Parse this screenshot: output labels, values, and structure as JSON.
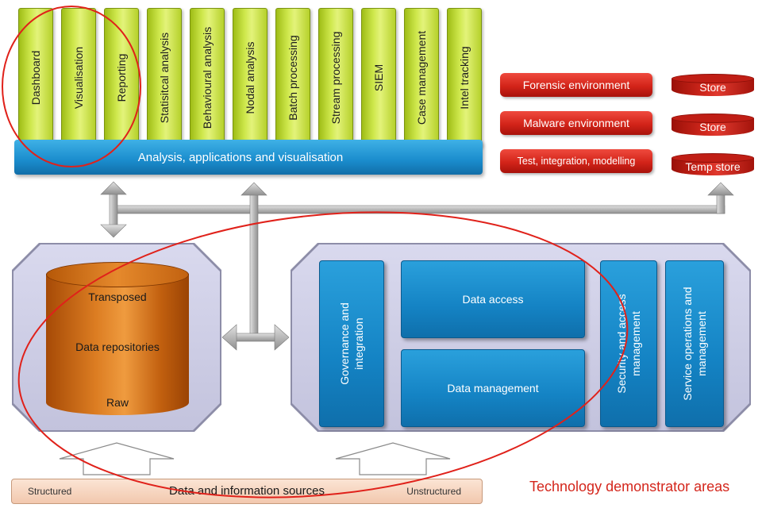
{
  "applications": [
    {
      "label": "Dashboard"
    },
    {
      "label": "Visualisation"
    },
    {
      "label": "Reporting"
    },
    {
      "label": "Statisitcal analysis"
    },
    {
      "label": "Behavioural analysis"
    },
    {
      "label": "Nodal analysis"
    },
    {
      "label": "Batch processing"
    },
    {
      "label": "Stream processing"
    },
    {
      "label": "SIEM"
    },
    {
      "label": "Case management"
    },
    {
      "label": "Intel tracking"
    }
  ],
  "analysis_bar": {
    "label": "Analysis, applications and visualisation"
  },
  "environments": [
    {
      "label": "Forensic environment"
    },
    {
      "label": "Malware environment"
    },
    {
      "label": "Test, integration, modelling"
    }
  ],
  "stores": [
    {
      "label": "Store"
    },
    {
      "label": "Store"
    },
    {
      "label": "Temp store"
    }
  ],
  "repository": {
    "top_label": "Transposed",
    "middle_label": "Data repositories",
    "bottom_label": "Raw"
  },
  "services": {
    "governance": [
      "Governance and",
      "integration"
    ],
    "data_access": "Data access",
    "data_management": "Data management",
    "security": [
      "Security and access",
      "management"
    ],
    "service_ops": [
      "Service operations and",
      "management"
    ]
  },
  "sources": {
    "left_label": "Structured",
    "center_label": "Data and information sources",
    "right_label": "Unstructured"
  },
  "caption": "Technology demonstrator areas",
  "colors": {
    "highlight_ellipse": "#e0211a",
    "pillar_green": "#cfe84d",
    "service_blue": "#1483c4",
    "env_red": "#d32419",
    "repository_orange": "#dc7d22"
  }
}
